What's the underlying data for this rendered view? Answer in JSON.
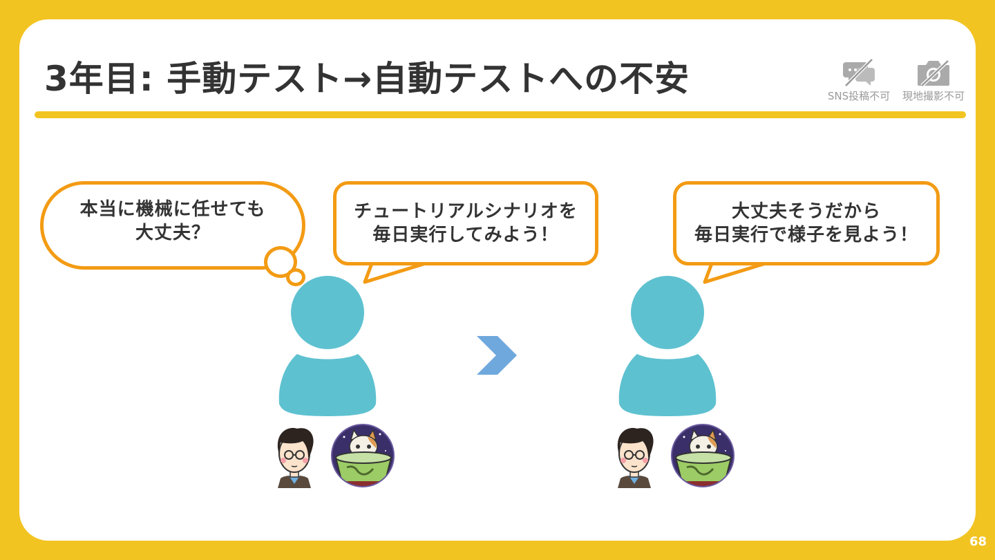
{
  "slide": {
    "title": "3年目: 手動テスト→自動テストへの不安",
    "page_number": "68",
    "accent_color": "#f2c422",
    "bubble_border_color": "#f39b14",
    "person_color": "#5ec1d0",
    "arrow_color": "#6fa8dc"
  },
  "notices": [
    {
      "icon": "no-sns-icon",
      "label": "SNS投稿不可"
    },
    {
      "icon": "no-photo-icon",
      "label": "現地撮影不可"
    }
  ],
  "bubbles": {
    "thought": {
      "line1": "本当に機械に任せても",
      "line2": "大丈夫？"
    },
    "speech_left": {
      "line1": "チュートリアルシナリオを",
      "line2": "毎日実行してみよう！"
    },
    "speech_right": {
      "line1": "大丈夫そうだから",
      "line2": "毎日実行で様子を見よう！"
    }
  },
  "people": [
    {
      "icon": "person-icon",
      "avatars": [
        "man-with-glasses-avatar",
        "cat-in-teacup-avatar"
      ]
    },
    {
      "icon": "person-icon",
      "avatars": [
        "man-with-glasses-avatar",
        "cat-in-teacup-avatar"
      ]
    }
  ],
  "transition": {
    "icon": "chevron-right-icon"
  }
}
